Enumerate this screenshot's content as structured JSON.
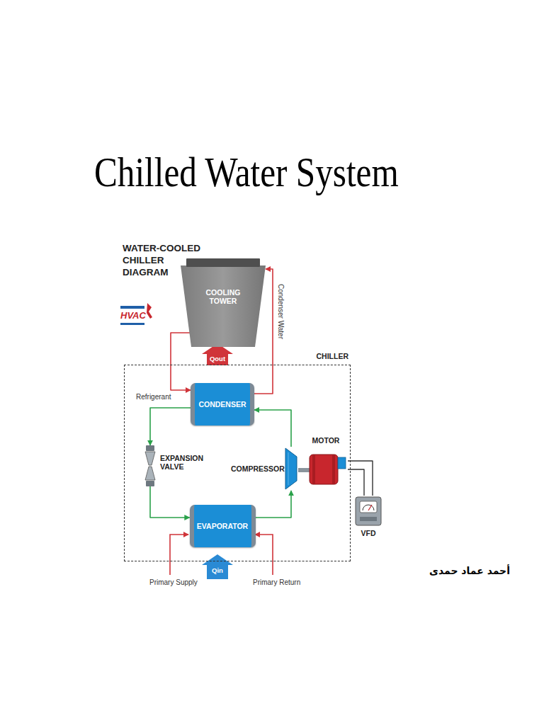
{
  "diagram": {
    "title": "Chilled Water System",
    "nodes": [
      {
        "text": [
          "COOLING TOWER"
        ]
      },
      {
        "text": [
          "CHILLER"
        ]
      },
      {
        "text": [
          "CONDENSER"
        ],
        "in": 1
      },
      {
        "text": [
          "EXPANSION VALVE"
        ],
        "in": 1
      },
      {
        "text": [
          "COMPRESSOR"
        ],
        "in": 1
      },
      {
        "text": [
          "MOTOR"
        ],
        "in": 1
      },
      {
        "text": [
          "EVAPORATOR"
        ],
        "in": 1
      },
      {
        "text": [
          "VFD"
        ]
      }
    ],
    "edges": [
      {
        "from": 2,
        "to": 3,
        "arrow": "to"
      },
      {
        "from": 3,
        "to": 6,
        "arrow": "to"
      },
      {
        "from": 6,
        "to": 4,
        "arrow": "to"
      },
      {
        "from": 4,
        "to": 2,
        "arrow": "to"
      },
      {
        "from": 2,
        "to": 0,
        "arrow": "to"
      },
      {
        "from": 0,
        "to": 2,
        "arrow": "to"
      },
      {
        "from": 4,
        "to": 5,
        "arrow": "none"
      },
      {
        "from": 5,
        "to": 7,
        "arrow": "none"
      }
    ],
    "labels": [
      "WATER-COOLED CHILLER DIAGRAM",
      "HVAC",
      "Qout",
      "Qin",
      "Refrigerant",
      "Condenser Water",
      "Primary Supply",
      "Primary Return",
      "أحمد عماد حمدى"
    ]
  }
}
